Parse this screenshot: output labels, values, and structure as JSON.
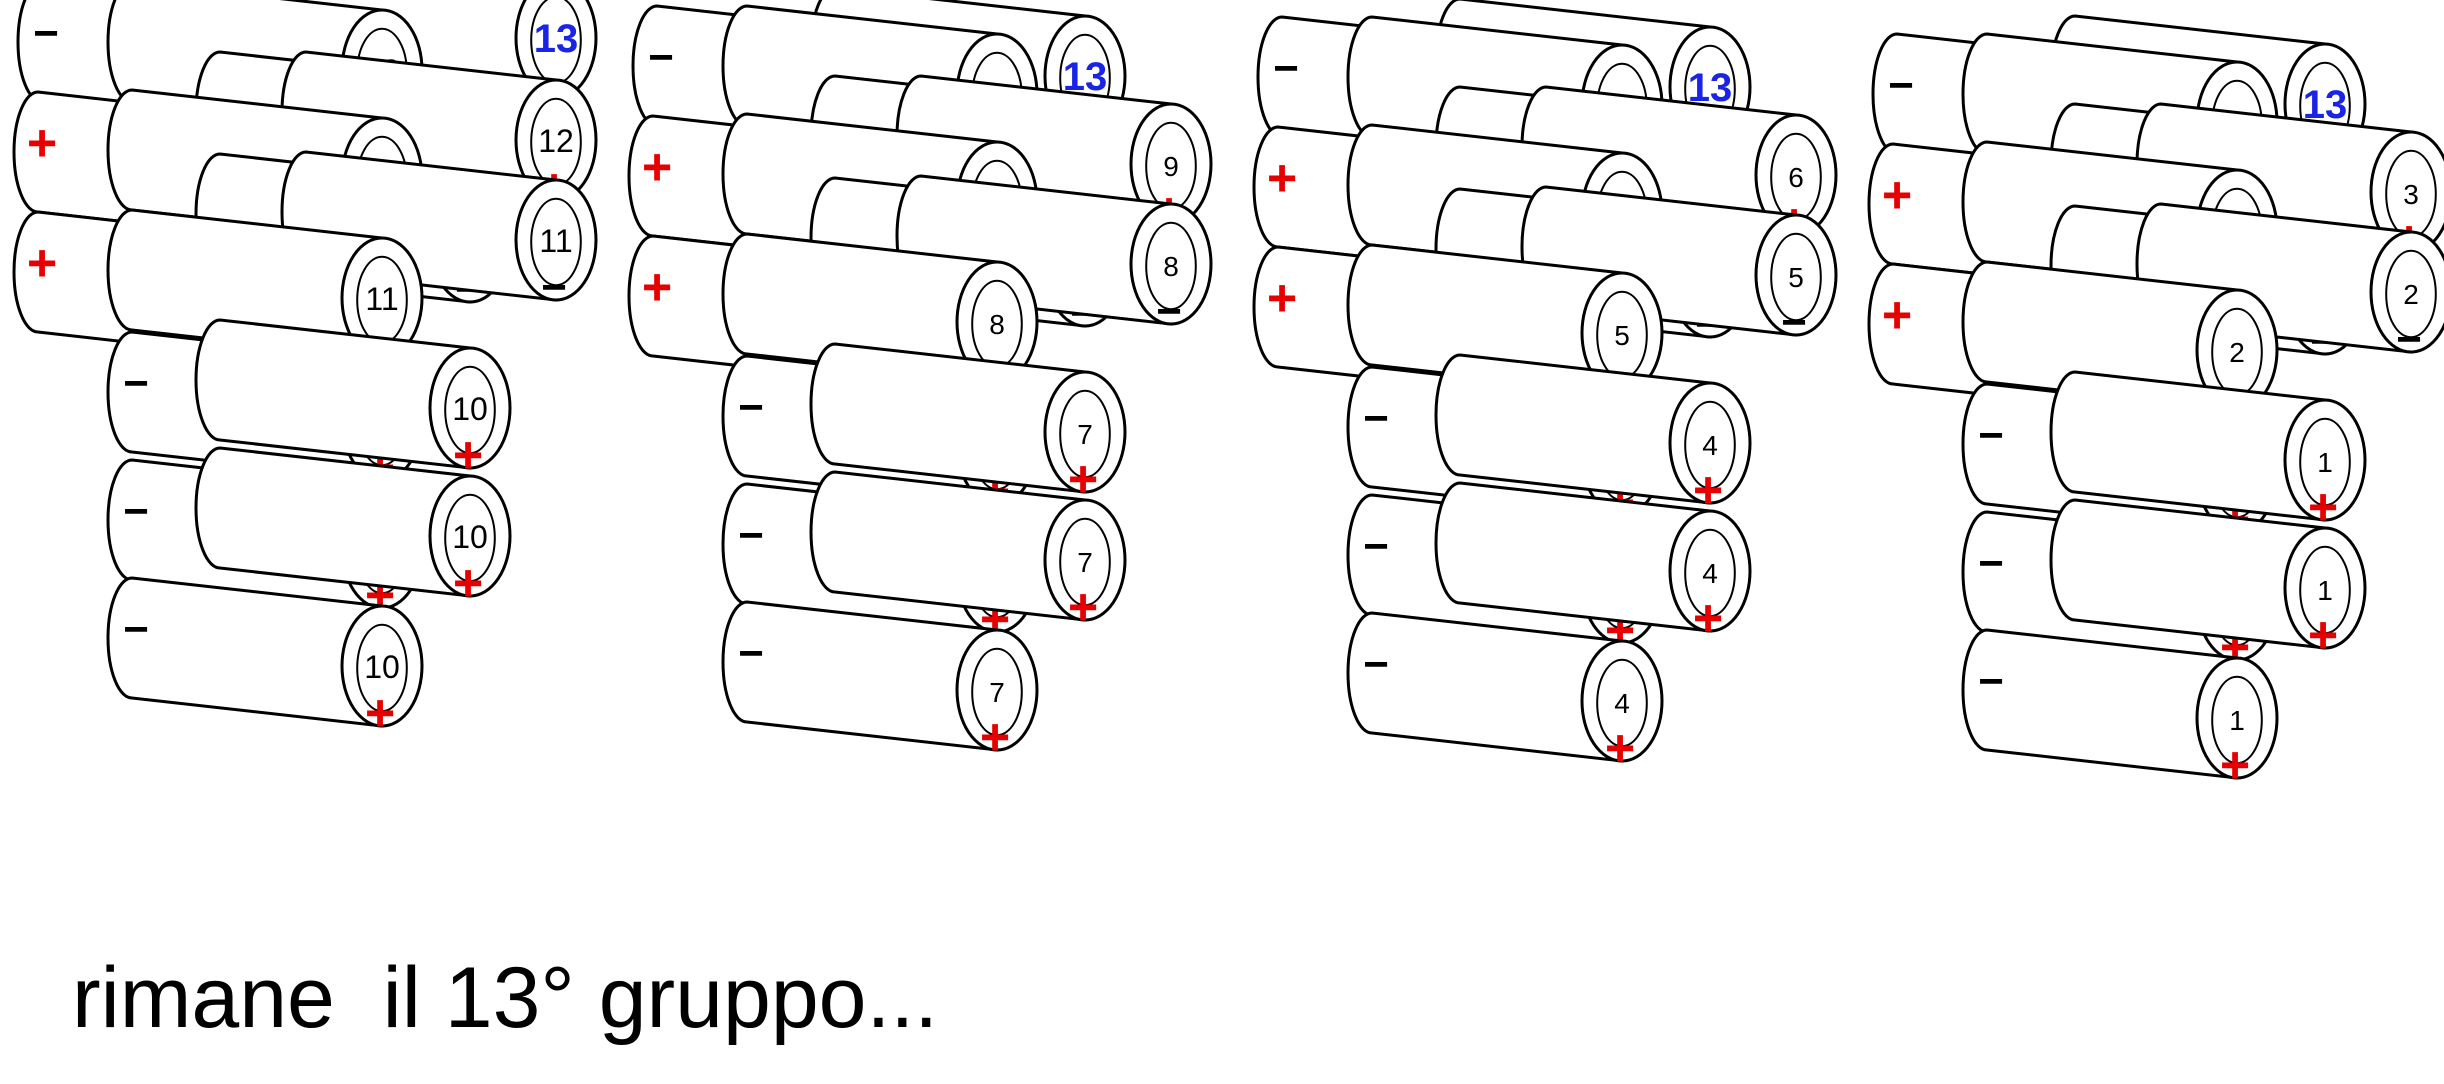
{
  "caption": "rimane  il 13° gruppo...",
  "colors": {
    "outline": "#000000",
    "cell_fill": "#ffffff",
    "positive": "#e60000",
    "negative": "#000000",
    "group13_label": "#1a24e6"
  },
  "marks": {
    "positive": "+",
    "negative": "−"
  },
  "groups": [
    {
      "rear_labels": [
        "13",
        "13"
      ],
      "cells": [
        {
          "label": "12",
          "face": "+",
          "back": "−"
        },
        {
          "label": "12",
          "face": "+"
        },
        {
          "label": "12",
          "face": "+"
        },
        {
          "label": "12",
          "face": "+"
        },
        {
          "label": "11",
          "face": "−",
          "back": "+"
        },
        {
          "label": "12",
          "face": "+"
        },
        {
          "label": "11",
          "face": "−"
        },
        {
          "label": "11",
          "face": "−"
        },
        {
          "label": "11",
          "face": "−",
          "back": "+"
        },
        {
          "label": "11",
          "face": "−"
        },
        {
          "label": "10",
          "face": "+",
          "back": "−"
        },
        {
          "label": "10",
          "face": "+"
        },
        {
          "label": "10",
          "face": "+",
          "back": "−"
        },
        {
          "label": "10",
          "face": "+"
        },
        {
          "label": "10",
          "face": "+",
          "back": "−"
        }
      ]
    },
    {
      "rear_labels": [
        "13"
      ],
      "cells": [
        {
          "label": "9",
          "face": "+",
          "back": "−"
        },
        {
          "label": "9",
          "face": "+"
        },
        {
          "label": "9",
          "face": "+"
        },
        {
          "label": "9",
          "face": "+"
        },
        {
          "label": "8",
          "face": "−",
          "back": "+"
        },
        {
          "label": "9",
          "face": "+"
        },
        {
          "label": "8",
          "face": "−"
        },
        {
          "label": "8",
          "face": "−"
        },
        {
          "label": "8",
          "face": "−",
          "back": "+"
        },
        {
          "label": "8",
          "face": "−"
        },
        {
          "label": "7",
          "face": "+",
          "back": "−"
        },
        {
          "label": "7",
          "face": "+"
        },
        {
          "label": "7",
          "face": "+",
          "back": "−"
        },
        {
          "label": "7",
          "face": "+"
        },
        {
          "label": "7",
          "face": "+",
          "back": "−"
        }
      ]
    },
    {
      "rear_labels": [
        "13"
      ],
      "cells": [
        {
          "label": "6",
          "face": "+",
          "back": "−"
        },
        {
          "label": "6",
          "face": "+"
        },
        {
          "label": "6",
          "face": "+"
        },
        {
          "label": "6",
          "face": "+"
        },
        {
          "label": "5",
          "face": "−",
          "back": "+"
        },
        {
          "label": "6",
          "face": "+"
        },
        {
          "label": "5",
          "face": "−"
        },
        {
          "label": "5",
          "face": "−"
        },
        {
          "label": "5",
          "face": "−",
          "back": "+"
        },
        {
          "label": "5",
          "face": "−"
        },
        {
          "label": "4",
          "face": "+",
          "back": "−"
        },
        {
          "label": "4",
          "face": "+"
        },
        {
          "label": "4",
          "face": "+",
          "back": "−"
        },
        {
          "label": "4",
          "face": "+"
        },
        {
          "label": "4",
          "face": "+",
          "back": "−"
        }
      ]
    },
    {
      "rear_labels": [
        "13"
      ],
      "cells": [
        {
          "label": "3",
          "face": "+",
          "back": "−"
        },
        {
          "label": "3",
          "face": "+"
        },
        {
          "label": "3",
          "face": "+"
        },
        {
          "label": "3",
          "face": "+"
        },
        {
          "label": "2",
          "face": "−",
          "back": "+"
        },
        {
          "label": "3",
          "face": "+"
        },
        {
          "label": "2",
          "face": "−"
        },
        {
          "label": "2",
          "face": "−"
        },
        {
          "label": "2",
          "face": "−",
          "back": "+"
        },
        {
          "label": "2",
          "face": "−"
        },
        {
          "label": "1",
          "face": "+",
          "back": "−"
        },
        {
          "label": "1",
          "face": "+"
        },
        {
          "label": "1",
          "face": "+",
          "back": "−"
        },
        {
          "label": "1",
          "face": "+"
        },
        {
          "label": "1",
          "face": "+",
          "back": "−"
        }
      ]
    }
  ]
}
